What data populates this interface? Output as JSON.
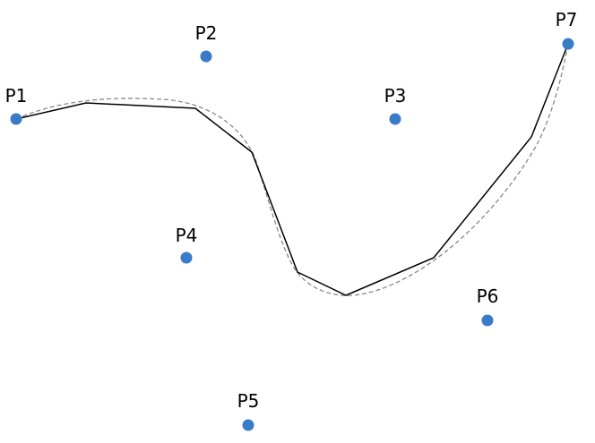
{
  "diagram": {
    "colors": {
      "point": "#3a7bc8",
      "polyline": "#000000",
      "curve": "#888888"
    },
    "points": [
      {
        "label": "P1"
      },
      {
        "label": "P2"
      },
      {
        "label": "P3"
      },
      {
        "label": "P4"
      },
      {
        "label": "P5"
      },
      {
        "label": "P6"
      },
      {
        "label": "P7"
      }
    ]
  }
}
